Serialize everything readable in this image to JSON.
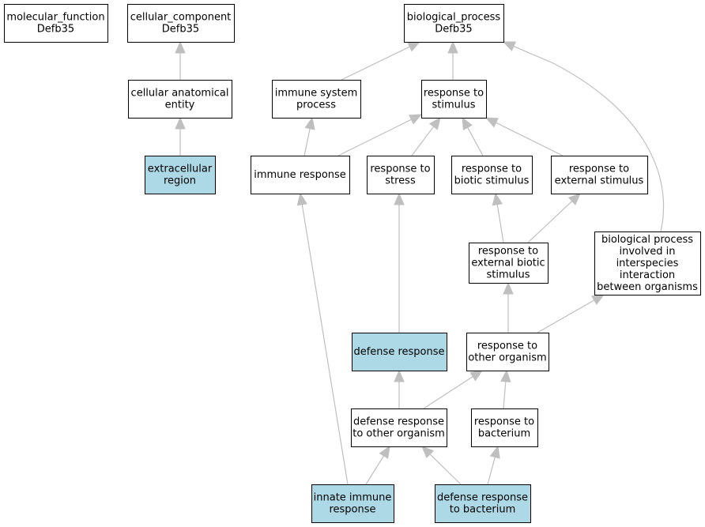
{
  "graph": {
    "nodes": [
      {
        "id": "mf",
        "lines": [
          "molecular_function",
          "Defb35"
        ],
        "annotated": false
      },
      {
        "id": "cc",
        "lines": [
          "cellular_component",
          "Defb35"
        ],
        "annotated": false
      },
      {
        "id": "bp",
        "lines": [
          "biological_process",
          "Defb35"
        ],
        "annotated": false
      },
      {
        "id": "cae",
        "lines": [
          "cellular anatomical",
          "entity"
        ],
        "annotated": false
      },
      {
        "id": "isp",
        "lines": [
          "immune system",
          "process"
        ],
        "annotated": false
      },
      {
        "id": "rs",
        "lines": [
          "response to",
          "stimulus"
        ],
        "annotated": false
      },
      {
        "id": "er",
        "lines": [
          "extracellular",
          "region"
        ],
        "annotated": true
      },
      {
        "id": "ir",
        "lines": [
          "immune response"
        ],
        "annotated": false
      },
      {
        "id": "rst",
        "lines": [
          "response to",
          "stress"
        ],
        "annotated": false
      },
      {
        "id": "rbs",
        "lines": [
          "response to",
          "biotic stimulus"
        ],
        "annotated": false
      },
      {
        "id": "res",
        "lines": [
          "response to",
          "external stimulus"
        ],
        "annotated": false
      },
      {
        "id": "rebs",
        "lines": [
          "response to",
          "external biotic",
          "stimulus"
        ],
        "annotated": false
      },
      {
        "id": "bpii",
        "lines": [
          "biological process",
          "involved in",
          "interspecies",
          "interaction",
          "between organisms"
        ],
        "annotated": false
      },
      {
        "id": "dr",
        "lines": [
          "defense response"
        ],
        "annotated": true
      },
      {
        "id": "roo",
        "lines": [
          "response to",
          "other organism"
        ],
        "annotated": false
      },
      {
        "id": "droo",
        "lines": [
          "defense response",
          "to other organism"
        ],
        "annotated": false
      },
      {
        "id": "rb",
        "lines": [
          "response to",
          "bacterium"
        ],
        "annotated": false
      },
      {
        "id": "iir",
        "lines": [
          "innate immune",
          "response"
        ],
        "annotated": true
      },
      {
        "id": "drb",
        "lines": [
          "defense response",
          "to bacterium"
        ],
        "annotated": true
      }
    ],
    "edges": [
      {
        "from": "cae",
        "to": "cc"
      },
      {
        "from": "er",
        "to": "cae"
      },
      {
        "from": "isp",
        "to": "bp"
      },
      {
        "from": "rs",
        "to": "bp"
      },
      {
        "from": "bpii",
        "to": "bp"
      },
      {
        "from": "ir",
        "to": "isp"
      },
      {
        "from": "ir",
        "to": "rs"
      },
      {
        "from": "rst",
        "to": "rs"
      },
      {
        "from": "rbs",
        "to": "rs"
      },
      {
        "from": "res",
        "to": "rs"
      },
      {
        "from": "rebs",
        "to": "rbs"
      },
      {
        "from": "rebs",
        "to": "res"
      },
      {
        "from": "dr",
        "to": "rst"
      },
      {
        "from": "roo",
        "to": "rebs"
      },
      {
        "from": "roo",
        "to": "bpii"
      },
      {
        "from": "droo",
        "to": "dr"
      },
      {
        "from": "droo",
        "to": "roo"
      },
      {
        "from": "rb",
        "to": "roo"
      },
      {
        "from": "iir",
        "to": "ir"
      },
      {
        "from": "iir",
        "to": "droo"
      },
      {
        "from": "drb",
        "to": "droo"
      },
      {
        "from": "drb",
        "to": "rb"
      }
    ]
  }
}
